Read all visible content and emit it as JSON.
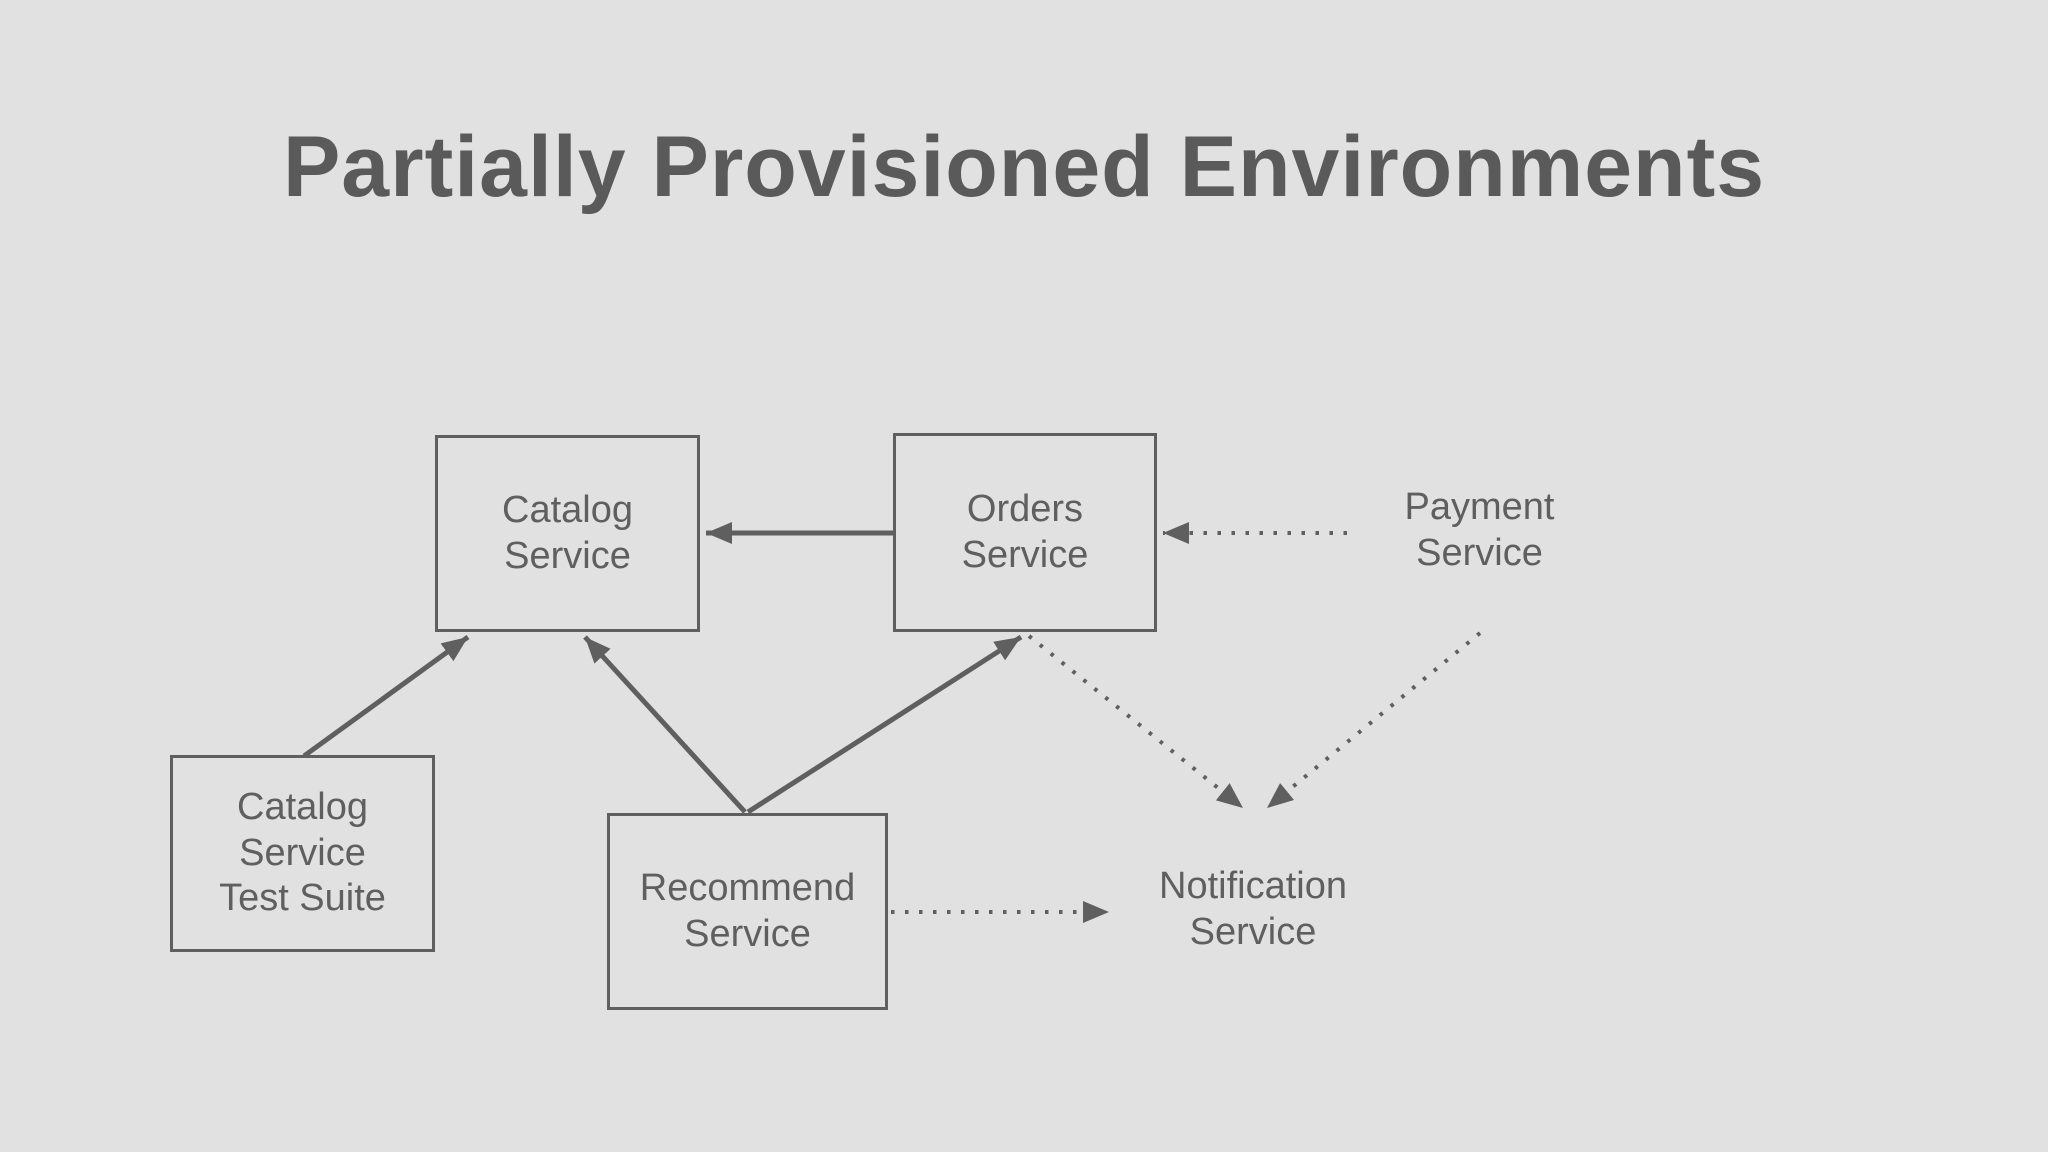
{
  "title": "Partially Provisioned Environments",
  "colors": {
    "background": "#e1e1e1",
    "stroke": "#5f5f5f",
    "node_text": "#5f5f5f",
    "title_text": "#5a5a5a"
  },
  "nodes": {
    "catalog": {
      "label": "Catalog\nService",
      "border": "solid",
      "provisioned": true
    },
    "orders": {
      "label": "Orders\nService",
      "border": "solid",
      "provisioned": true
    },
    "payment": {
      "label": "Payment\nService",
      "border": "dotted",
      "provisioned": false
    },
    "test_suite": {
      "label": "Catalog\nService\nTest Suite",
      "border": "solid",
      "provisioned": true
    },
    "recommend": {
      "label": "Recommend\nService",
      "border": "solid",
      "provisioned": true
    },
    "notification": {
      "label": "Notification\nService",
      "border": "dotted",
      "provisioned": false
    }
  },
  "edges": [
    {
      "from": "orders",
      "to": "catalog",
      "style": "solid"
    },
    {
      "from": "payment",
      "to": "orders",
      "style": "dotted"
    },
    {
      "from": "test_suite",
      "to": "catalog",
      "style": "solid"
    },
    {
      "from": "recommend",
      "to": "catalog",
      "style": "solid"
    },
    {
      "from": "recommend",
      "to": "orders",
      "style": "solid"
    },
    {
      "from": "orders",
      "to": "notification",
      "style": "dotted"
    },
    {
      "from": "payment",
      "to": "notification",
      "style": "dotted"
    },
    {
      "from": "recommend",
      "to": "notification",
      "style": "dotted"
    }
  ]
}
